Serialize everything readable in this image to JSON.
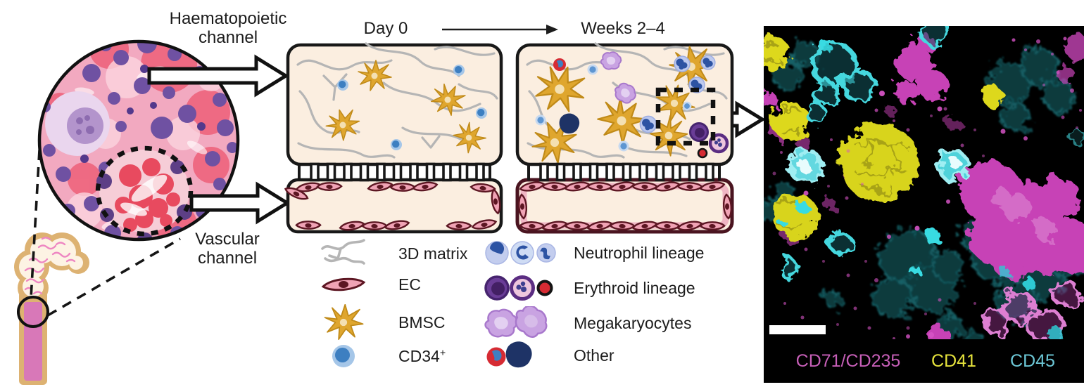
{
  "inset": {
    "haematopoietic_label": "Haematopoietic channel",
    "vascular_label": "Vascular channel"
  },
  "timeline": {
    "day0_label": "Day 0",
    "weeks_label": "Weeks 2–4"
  },
  "legend": {
    "left": [
      {
        "name": "3d-matrix",
        "label": "3D matrix"
      },
      {
        "name": "ec",
        "label": "EC"
      },
      {
        "name": "bmsc",
        "label": "BMSC"
      },
      {
        "name": "cd34",
        "label": "CD34",
        "sup": "+"
      }
    ],
    "right": [
      {
        "name": "neutrophil-lineage",
        "label": "Neutrophil lineage"
      },
      {
        "name": "erythroid-lineage",
        "label": "Erythroid lineage"
      },
      {
        "name": "megakaryocytes",
        "label": "Megakaryocytes"
      },
      {
        "name": "other",
        "label": "Other"
      }
    ]
  },
  "micrograph": {
    "markers": [
      {
        "label": "CD71/CD235",
        "color": "#c75fb8"
      },
      {
        "label": "CD41",
        "color": "#e6e33c"
      },
      {
        "label": "CD45",
        "color": "#6cc7d6"
      }
    ]
  },
  "colors": {
    "chip_fill": "#fbeee0",
    "matrix_gray": "#b5b5b5",
    "bmsc_gold": "#dfa62e",
    "cd34_blue": "#3d7fc1",
    "ec_pink": "#f0a3b5",
    "ec_dark": "#5c1622",
    "micrograph_bg": "#000000",
    "background": "#ffffff"
  }
}
